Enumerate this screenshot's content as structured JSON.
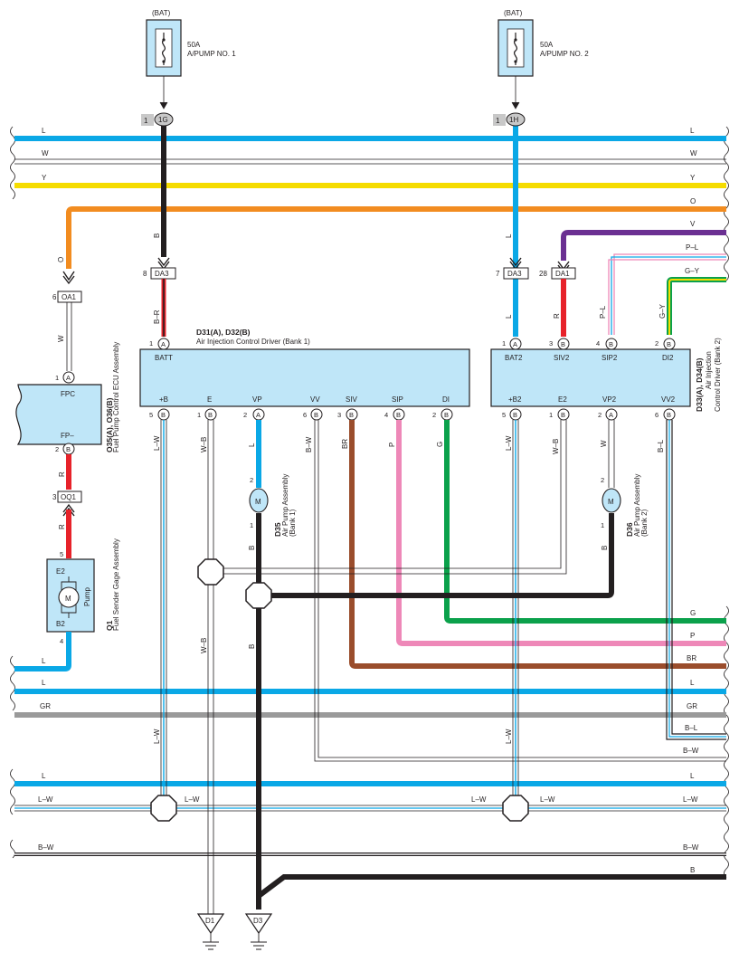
{
  "fuses": [
    {
      "supply": "(BAT)",
      "rating": "50A",
      "name": "A/PUMP NO. 1"
    },
    {
      "supply": "(BAT)",
      "rating": "50A",
      "name": "A/PUMP NO. 2"
    }
  ],
  "junctions": [
    {
      "pin": "1",
      "code": "1G"
    },
    {
      "pin": "1",
      "code": "1H"
    }
  ],
  "bus_wires": {
    "L1": "L",
    "W": "W",
    "Y": "Y",
    "O": "O",
    "V": "V",
    "PL": "P–L",
    "GY": "G–Y",
    "G": "G",
    "P": "P",
    "BR": "BR",
    "L2": "L",
    "GR": "GR",
    "BL": "B–L",
    "BW1": "B–W",
    "L3": "L",
    "LW": "L–W",
    "BW2": "B–W",
    "B": "B"
  },
  "connectors": {
    "da3_left": {
      "pin": "8",
      "code": "DA3"
    },
    "da3_right": {
      "pin": "7",
      "code": "DA3"
    },
    "da1": {
      "pin": "28",
      "code": "DA1"
    },
    "oa1": {
      "pin": "6",
      "code": "OA1"
    },
    "oq1": {
      "pin": "3",
      "code": "OQ1"
    }
  },
  "wire_colors": {
    "bat1": "B",
    "br": "B–R",
    "o_left": "O",
    "w_ecu": "W",
    "r1": "R",
    "r2": "R",
    "bat2_l": "L",
    "bat2_l2": "L",
    "siv2_r": "R",
    "sip2_pl": "P–L",
    "di2_gy": "G–Y",
    "lw_left": "L–W",
    "wb_left": "W–B",
    "vp_l": "L",
    "vv_bw": "B–W",
    "siv_br": "BR",
    "sip_p": "P",
    "di_g": "G",
    "lw_right": "L–W",
    "wb_right": "W–B",
    "vp2_w": "W",
    "vv2_bl": "B–L",
    "b_m1": "B",
    "b_m2": "B",
    "b_m1b": "B",
    "wb_low": "W–B",
    "lw_low_left": "L–W",
    "lw_low_right": "L–W",
    "q1_l": "L",
    "lw_h1": "L–W",
    "lw_h2": "L–W",
    "lw_h3": "L–W"
  },
  "left_driver": {
    "title": "D31(A), D32(B)",
    "subtitle": "Air Injection Control Driver (Bank 1)",
    "top_pin": {
      "num": "1",
      "conn": "A",
      "label": "BATT"
    },
    "bottom_pins": [
      {
        "num": "5",
        "conn": "B",
        "label": "+B"
      },
      {
        "num": "1",
        "conn": "B",
        "label": "E"
      },
      {
        "num": "2",
        "conn": "A",
        "label": "VP"
      },
      {
        "num": "6",
        "conn": "B",
        "label": "VV"
      },
      {
        "num": "3",
        "conn": "B",
        "label": "SIV"
      },
      {
        "num": "4",
        "conn": "B",
        "label": "SIP"
      },
      {
        "num": "2",
        "conn": "B",
        "label": "DI"
      }
    ]
  },
  "right_driver": {
    "title": "D33(A), D34(B)",
    "subtitle_1": "Air Injection",
    "subtitle_2": "Control Driver (Bank 2)",
    "top_pins": [
      {
        "num": "1",
        "conn": "A",
        "label": "BAT2"
      },
      {
        "num": "3",
        "conn": "B",
        "label": "SIV2"
      },
      {
        "num": "4",
        "conn": "B",
        "label": "SIP2"
      },
      {
        "num": "2",
        "conn": "B",
        "label": "DI2"
      }
    ],
    "bottom_pins": [
      {
        "num": "5",
        "conn": "B",
        "label": "+B2"
      },
      {
        "num": "1",
        "conn": "B",
        "label": "E2"
      },
      {
        "num": "2",
        "conn": "A",
        "label": "VP2"
      },
      {
        "num": "6",
        "conn": "B",
        "label": "VV2"
      }
    ]
  },
  "ecu": {
    "code": "O35(A), O36(B)",
    "name": "Fuel Pump Control ECU Assembly",
    "top_pin": {
      "num": "1",
      "conn": "A",
      "label": "FPC"
    },
    "bottom_pin": {
      "num": "2",
      "conn": "B",
      "label": "FP–"
    }
  },
  "pump": {
    "code": "Q1",
    "name": "Fuel Sender Gage Assembly",
    "pin_top": "5",
    "pin_bottom": "4",
    "e2": "E2",
    "b2": "B2",
    "motor": "M",
    "label": "Pump"
  },
  "motor_d35": {
    "code": "D35",
    "name": "Air Pump Assembly",
    "bank": "(Bank 1)",
    "pin_top": "2",
    "pin_bottom": "1",
    "m": "M"
  },
  "motor_d36": {
    "code": "D36",
    "name": "Air Pump Assembly",
    "bank": "(Bank 2)",
    "pin_top": "2",
    "pin_bottom": "1",
    "m": "M"
  },
  "grounds": [
    "D1",
    "D3"
  ],
  "colors": {
    "L": "#0aa8e6",
    "Y": "#f5dc00",
    "O": "#f28c20",
    "V": "#6b3092",
    "R": "#e7222a",
    "G": "#0ba14b",
    "P": "#ee88b8",
    "BR": "#9a4d2c",
    "GR": "#9a9a9a",
    "B": "#231f20",
    "box": "#bfe6f8"
  }
}
